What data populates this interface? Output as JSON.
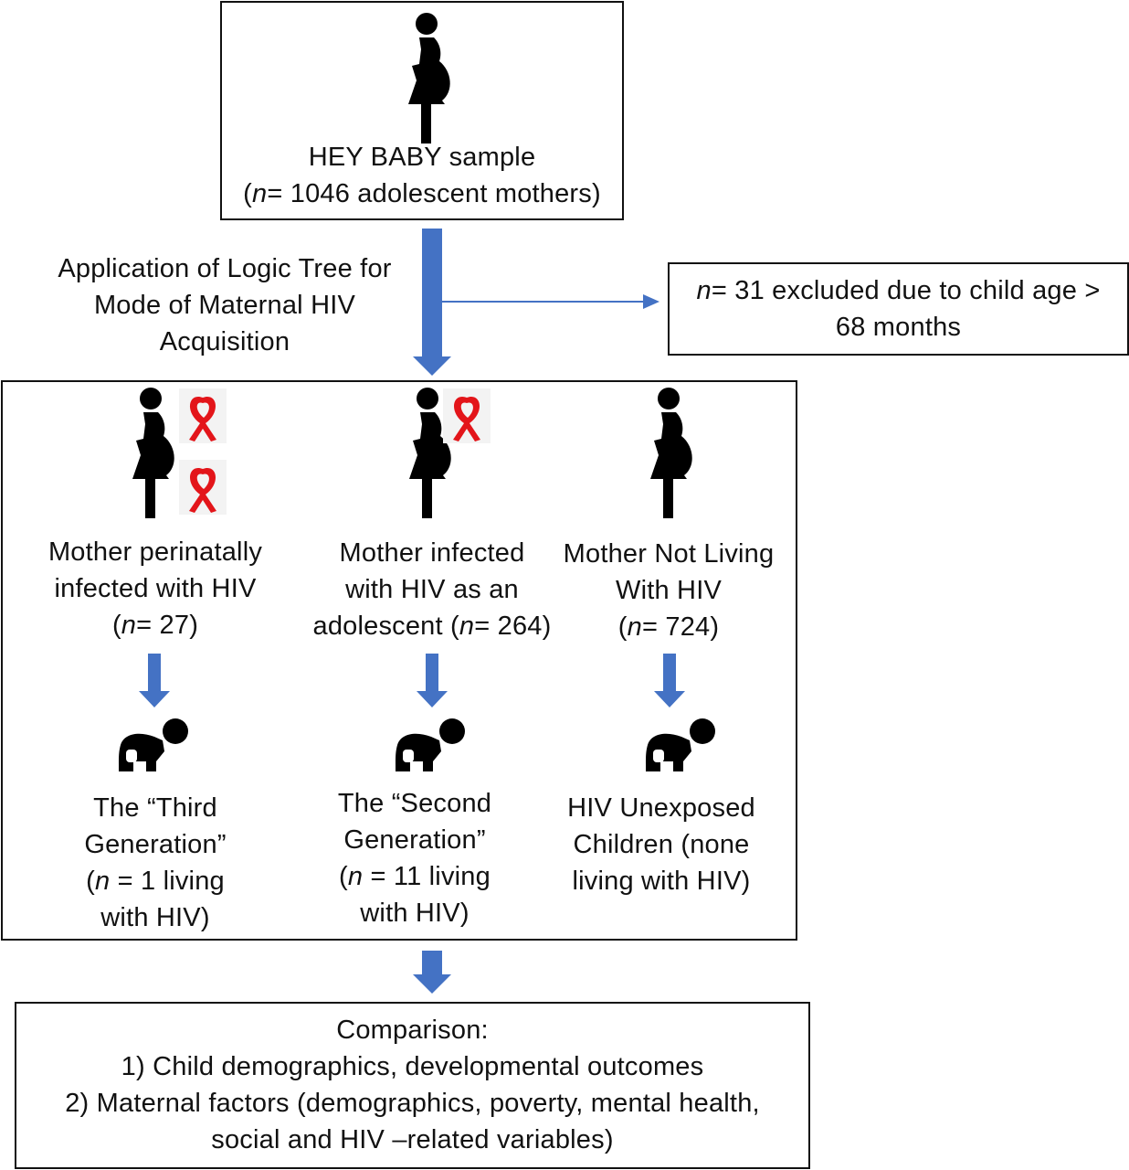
{
  "top": {
    "title": "HEY BABY sample",
    "n_label": "n",
    "n_text": "= 1046 adolescent mothers)"
  },
  "process": {
    "line1": "Application of Logic Tree for",
    "line2": "Mode of Maternal HIV",
    "line3": "Acquisition"
  },
  "excluded": {
    "n_label": "n",
    "line1_rest": "= 31 excluded due to child age >",
    "line2": "68 months"
  },
  "groups": [
    {
      "mother_line1": "Mother perinatally",
      "mother_line2": "infected with HIV",
      "mother_n": "= 27)",
      "child_line1": "The “Third",
      "child_line2": "Generation”",
      "child_line3_rest": " = 1 living",
      "child_line4": "with HIV)"
    },
    {
      "mother_line1": "Mother infected",
      "mother_line2": "with HIV as an",
      "mother_line3_pre": "adolescent (",
      "mother_n": "= 264)",
      "child_line1": "The “Second",
      "child_line2": "Generation”",
      "child_line3_rest": " = 11 living",
      "child_line4": "with HIV)"
    },
    {
      "mother_line1": "Mother Not Living",
      "mother_line2": "With HIV",
      "mother_n": "= 724)",
      "child_line1": "HIV Unexposed",
      "child_line2": "Children (none",
      "child_line3": "living with HIV)"
    }
  ],
  "comparison": {
    "title": "Comparison:",
    "item1": "1) Child demographics, developmental outcomes",
    "item2": "2) Maternal factors (demographics, poverty, mental health,",
    "item3": "social and HIV –related variables)"
  },
  "colors": {
    "arrow": "#4472C4",
    "ribbon": "#E3151A",
    "border": "#111111"
  },
  "icons": [
    "pregnant-woman-icon",
    "hiv-ribbon-icon",
    "crawling-baby-icon"
  ]
}
